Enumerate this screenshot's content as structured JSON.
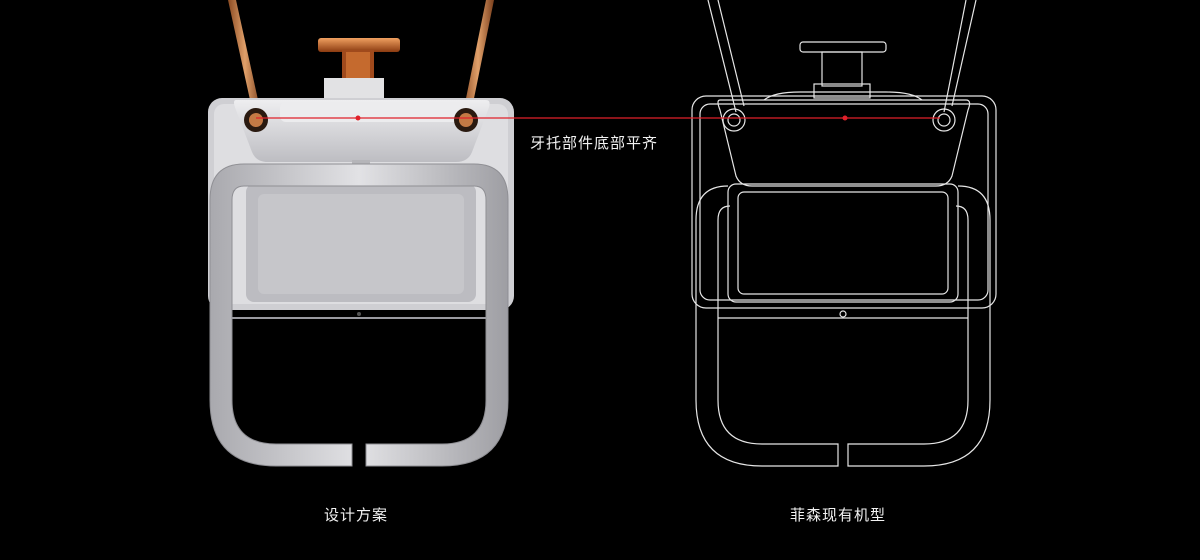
{
  "annotation": {
    "text": "牙托部件底部平齐"
  },
  "captions": {
    "left": "设计方案",
    "right": "菲森现有机型"
  },
  "colors": {
    "background": "#000000",
    "guide_line": "#e0202a",
    "left_body": "#d9d9dc",
    "left_frame": "#c9c9cc",
    "copper_rod": "#c47a45",
    "wireframe": "#e6e6e6"
  }
}
